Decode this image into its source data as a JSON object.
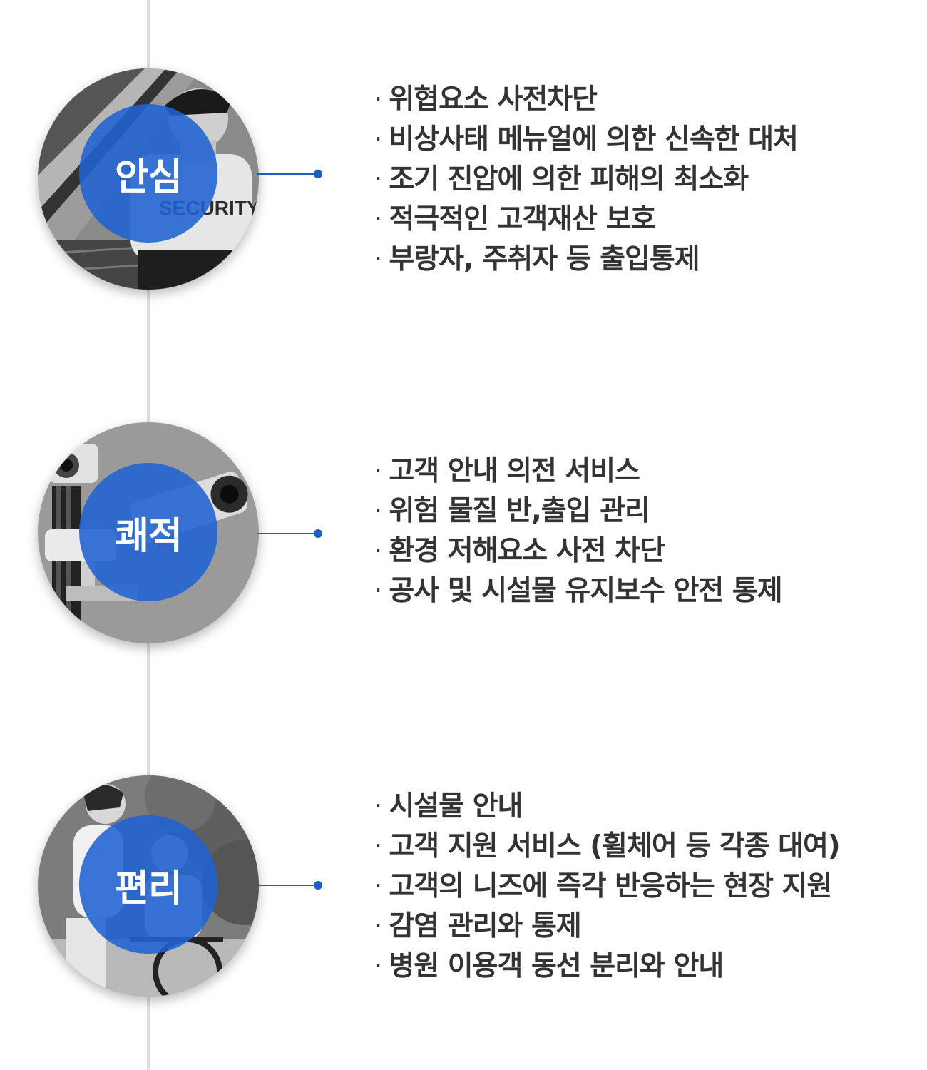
{
  "colors": {
    "accent": "#1a5fc6",
    "badge": "#1f62d2",
    "text": "#333333",
    "timeline": "#dedede"
  },
  "sections": [
    {
      "title": "안심",
      "photo": "security-guard-photo",
      "photo_text": "SECURITY",
      "items": [
        "위협요소 사전차단",
        "비상사태 메뉴얼에 의한 신속한 대처",
        "조기 진압에 의한 피해의 최소화",
        "적극적인 고객재산 보호",
        "부랑자, 주취자 등 출입통제"
      ]
    },
    {
      "title": "쾌적",
      "photo": "cctv-camera-photo",
      "items": [
        "고객 안내 의전 서비스",
        "위험 물질 반,출입 관리",
        "환경 저해요소 사전 차단",
        "공사 및 시설물 유지보수 안전 통제"
      ]
    },
    {
      "title": "편리",
      "photo": "wheelchair-assist-photo",
      "items": [
        "시설물 안내",
        "고객 지원 서비스 (휠체어 등 각종 대여)",
        "고객의 니즈에 즉각 반응하는 현장 지원",
        "감염 관리와 통제",
        "병원 이용객 동선 분리와 안내"
      ]
    }
  ]
}
